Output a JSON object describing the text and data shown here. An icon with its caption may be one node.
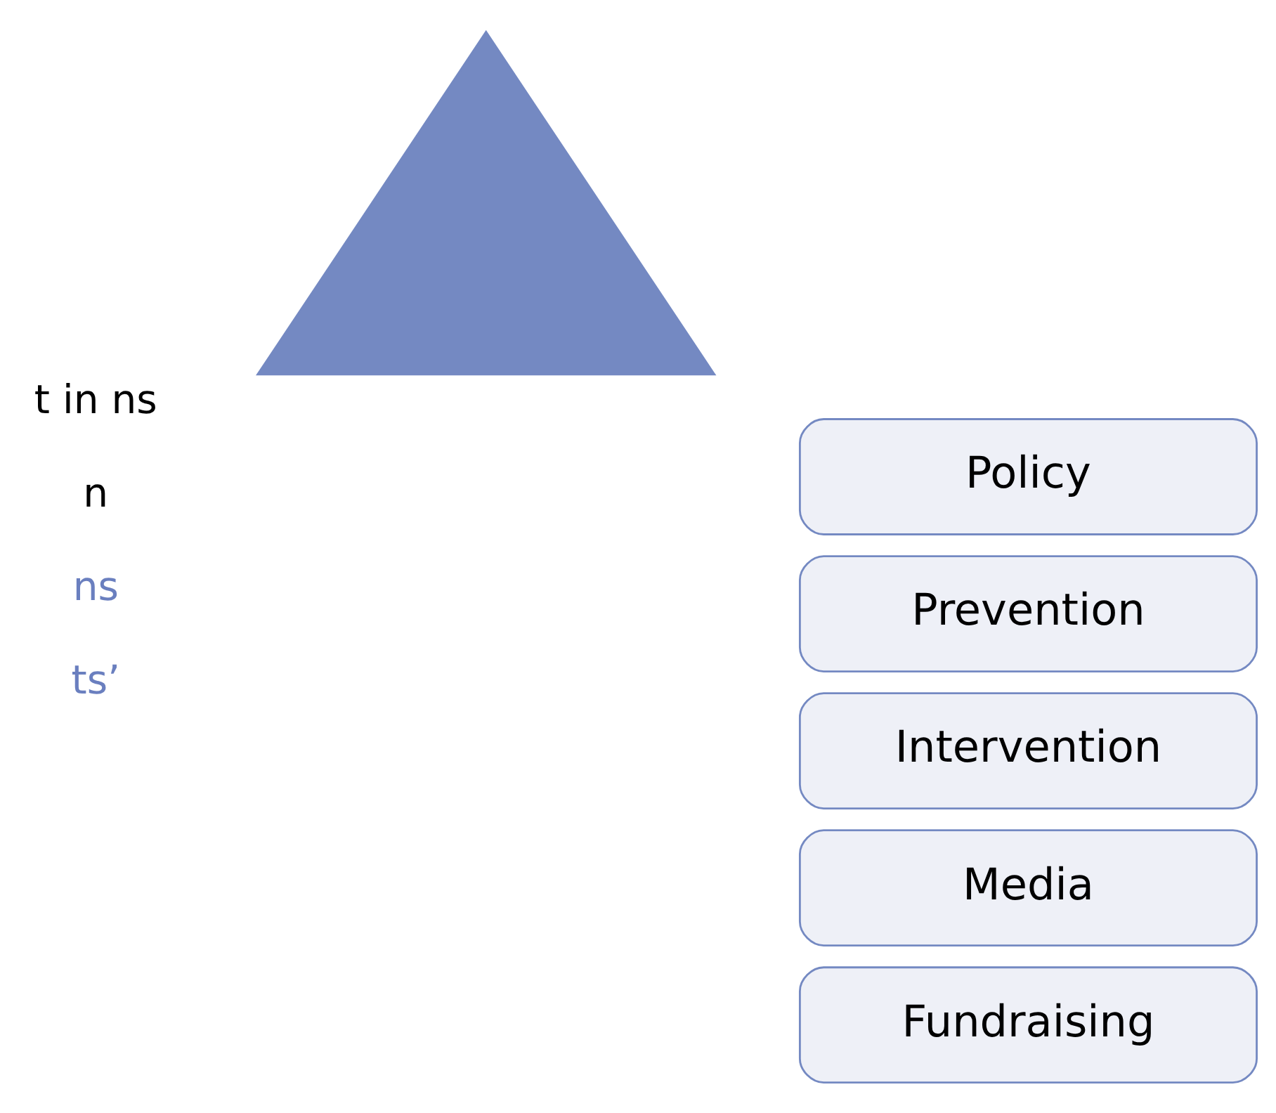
{
  "diagram": {
    "nodes": [
      {
        "text": [],
        "shape": "triangle"
      },
      {
        "text": [
          "Policy"
        ]
      },
      {
        "text": [
          "Prevention"
        ]
      },
      {
        "text": [
          "Intervention"
        ]
      },
      {
        "text": [
          "Media"
        ]
      },
      {
        "text": [
          "Fundraising"
        ]
      }
    ],
    "labels": [
      "ts’",
      "ns",
      "n",
      "t in ns"
    ]
  }
}
